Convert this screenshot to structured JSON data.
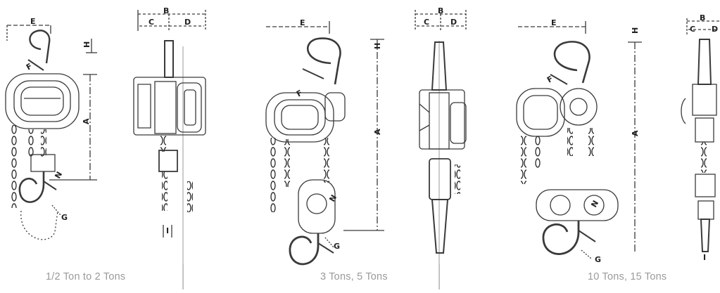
{
  "captions": {
    "small": "1/2 Ton to 2 Tons",
    "medium": "3 Tons, 5 Tons",
    "large": "10 Tons, 15 Tons"
  },
  "labels": {
    "a": "A",
    "b": "B",
    "c": "C",
    "d": "D",
    "e": "E",
    "f": "F",
    "g": "G",
    "h": "H",
    "i": "I",
    "n": "N"
  },
  "colors": {
    "line": "#3a3a3a",
    "caption": "#9a9a9a",
    "dim": "#222222"
  }
}
